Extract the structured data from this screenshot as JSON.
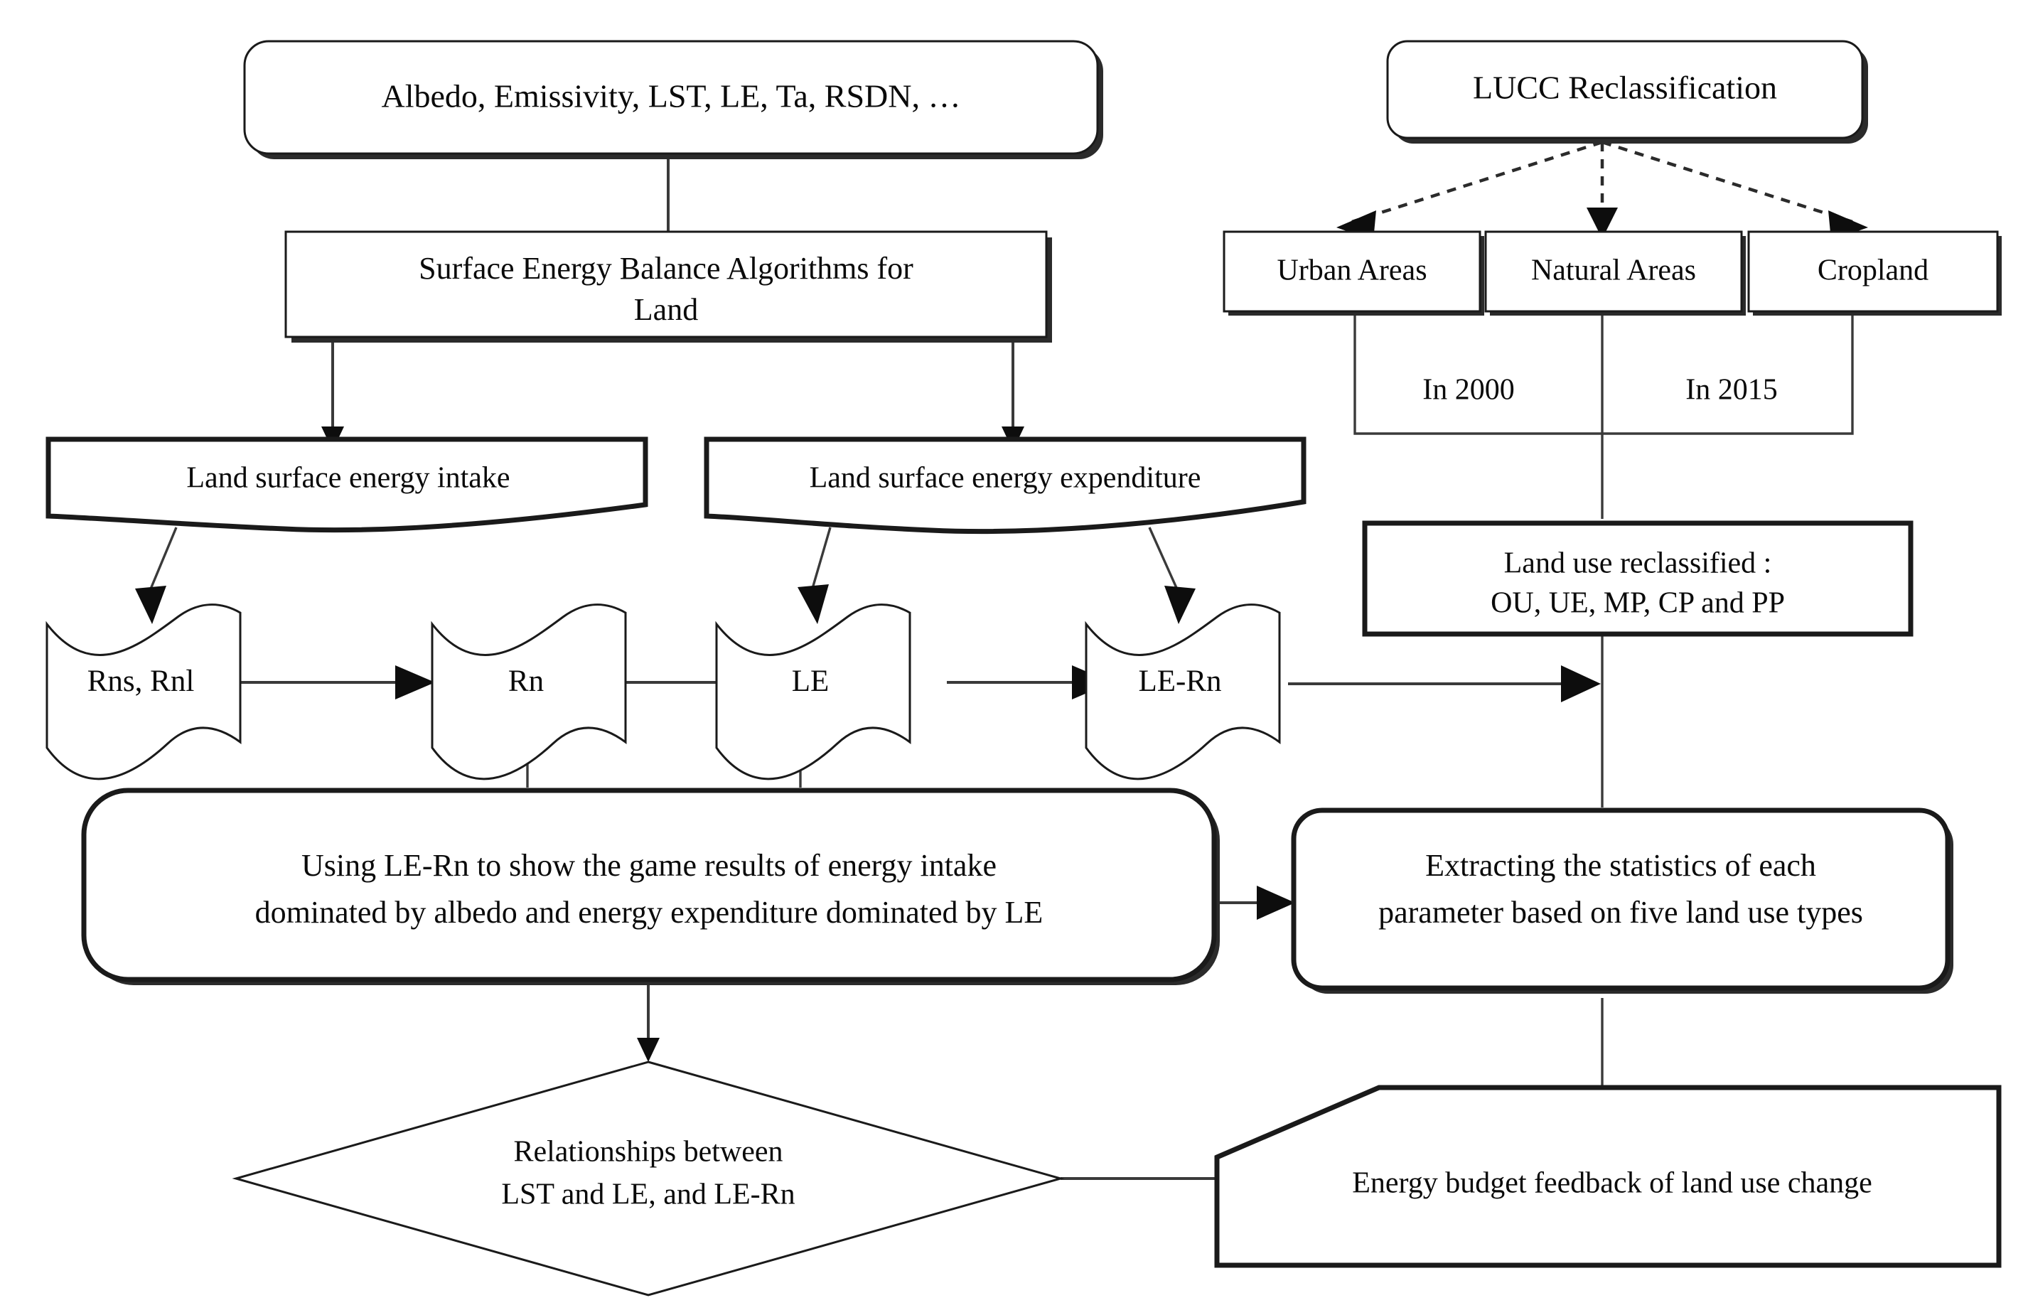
{
  "diagram": {
    "title": "Surface energy balance and land use change workflow",
    "colors": {
      "background": "#ffffff",
      "stroke": "#1a1a1a",
      "connector": "#3a3a3a",
      "text": "#0a0a0a"
    },
    "nodes": {
      "inputs": {
        "label": "Albedo, Emissivity,  LST, LE, Ta, RSDN, …",
        "shape": "rounded-rectangle"
      },
      "sebal": {
        "line1": "Surface Energy Balance Algorithms  for",
        "line2": "Land",
        "shape": "rectangle"
      },
      "lucc": {
        "label": "LUCC Reclassification",
        "shape": "rounded-rectangle"
      },
      "urban": {
        "label": "Urban Areas",
        "shape": "rectangle"
      },
      "natural": {
        "label": "Natural  Areas",
        "shape": "rectangle"
      },
      "cropland": {
        "label": "Cropland",
        "shape": "rectangle"
      },
      "year_2000": {
        "label": "In 2000"
      },
      "year_2015": {
        "label": "In 2015"
      },
      "intake": {
        "label": "Land surface energy intake",
        "shape": "document"
      },
      "expenditure": {
        "label": "Land surface energy expenditure",
        "shape": "document"
      },
      "reclassified": {
        "line1": "Land use reclassified :",
        "line2": "OU, UE,  MP, CP and PP",
        "shape": "rectangle"
      },
      "rns_rnl": {
        "label": "Rns, Rnl",
        "shape": "multi-document"
      },
      "rn": {
        "label": "Rn",
        "shape": "multi-document"
      },
      "le": {
        "label": "LE",
        "shape": "multi-document"
      },
      "le_rn": {
        "label": "LE-Rn",
        "shape": "multi-document"
      },
      "game": {
        "line1": "Using  LE-Rn  to  show  the  game  results  of  energy  intake",
        "line2": "dominated by albedo and energy expenditure  dominated by LE",
        "shape": "rounded-rectangle"
      },
      "extract": {
        "line1": "Extracting     the     statistics     of     each",
        "line2": "parameter based on five land use types",
        "shape": "rounded-rectangle"
      },
      "relationships": {
        "line1": "Relationships between",
        "line2": "LST and LE,  and LE-Rn",
        "shape": "diamond"
      },
      "feedback": {
        "label": "Energy budget feedback of land use change",
        "shape": "clipped-corner-rectangle"
      }
    }
  }
}
